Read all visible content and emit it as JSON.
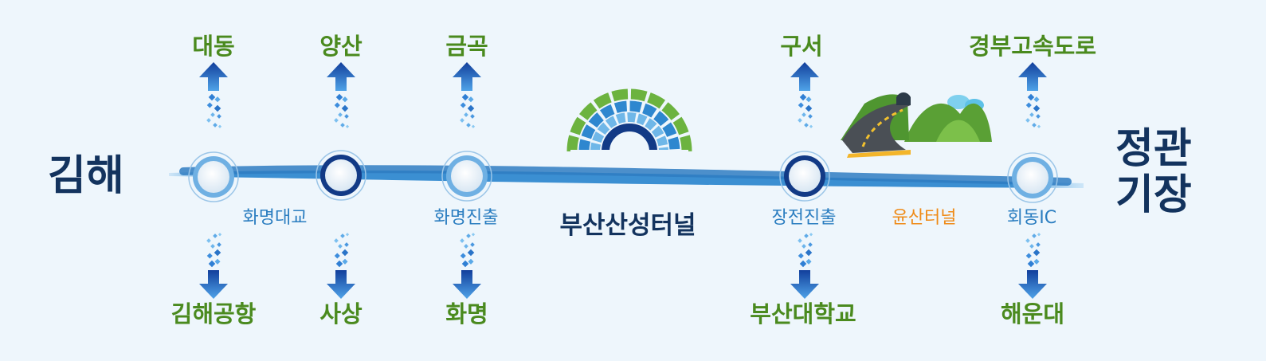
{
  "endpoints": {
    "left": "김해",
    "right_line1": "정관",
    "right_line2": "기장"
  },
  "upper_destinations": [
    "대동",
    "양산",
    "금곡",
    "구서",
    "경부고속도로"
  ],
  "lower_destinations": [
    "김해공항",
    "사상",
    "화명",
    "부산대학교",
    "해운대"
  ],
  "stations": [
    "화명대교",
    "화명진출",
    "장전진출",
    "윤산터널",
    "회동IC"
  ],
  "tunnel_name": "부산산성터널",
  "icons": [
    "tunnel-arch-icon",
    "mountain-road-icon",
    "arrow-up-icon",
    "arrow-down-icon"
  ],
  "colors": {
    "background": "#eef6fc",
    "route": "#3b8fd2",
    "navy": "#13335e",
    "green_text": "#4a8a1e",
    "station_text": "#2a7dc0",
    "orange_text": "#ef8a16",
    "arrow": "#1f5fb8"
  }
}
